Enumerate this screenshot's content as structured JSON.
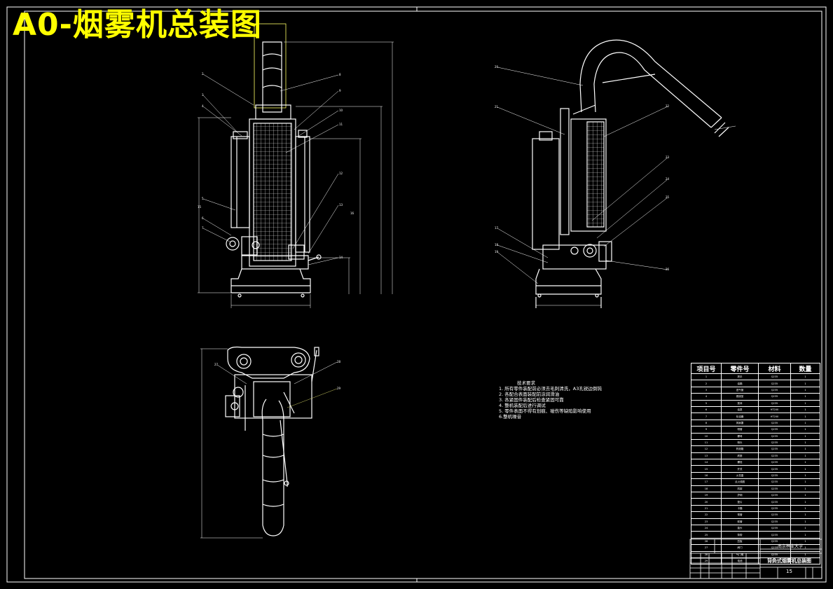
{
  "title": "A0-烟雾机总装图",
  "tech_notes": {
    "heading": "技术要求",
    "lines": [
      "1. 所有零件装配前必须去毛刺清洗，A3孔锐边倒钝",
      "2. 各配合表面装配前涂润滑油",
      "3. 各紧固件装配后检查紧固可靠",
      "4. 整机装配后进行调试",
      "5. 零件表面不得有划痕、碰伤等缺陷影响使用",
      "6.整机噪音"
    ]
  },
  "bom": {
    "headers": [
      "项目号",
      "零件号",
      "材料",
      "数量"
    ],
    "rows": [
      [
        "1",
        "把手",
        "Q235",
        "1"
      ],
      [
        "2",
        "油箱",
        "Q235",
        "1"
      ],
      [
        "3",
        "进气管",
        "Q235",
        "1"
      ],
      [
        "4",
        "燃烧室",
        "Q235",
        "1"
      ],
      [
        "5",
        "泵体",
        "Q235",
        "1"
      ],
      [
        "6",
        "油泵",
        "HT200",
        "1"
      ],
      [
        "7",
        "化油器",
        "HT200",
        "1"
      ],
      [
        "8",
        "风扇罩",
        "Q235",
        "1"
      ],
      [
        "9",
        "喷管",
        "Q235",
        "1"
      ],
      [
        "10",
        "螺母",
        "Q235",
        "1"
      ],
      [
        "11",
        "喷头",
        "Q235",
        "1"
      ],
      [
        "12",
        "药液箱",
        "Q235",
        "1"
      ],
      [
        "13",
        "底座",
        "Q235",
        "1"
      ],
      [
        "14",
        "螺栓",
        "Q235",
        "1"
      ],
      [
        "15",
        "开关",
        "Q235",
        "1"
      ],
      [
        "16",
        "火花塞",
        "Q235",
        "1"
      ],
      [
        "17",
        "点火线圈",
        "Q235",
        "1"
      ],
      [
        "18",
        "机架",
        "Q235",
        "1"
      ],
      [
        "19",
        "护网",
        "Q235",
        "1"
      ],
      [
        "20",
        "垫片",
        "Q235",
        "1"
      ],
      [
        "21",
        "卡箍",
        "Q235",
        "1"
      ],
      [
        "22",
        "弯管",
        "Q235",
        "1"
      ],
      [
        "23",
        "软管",
        "Q235",
        "1"
      ],
      [
        "24",
        "接头",
        "Q235",
        "1"
      ],
      [
        "25",
        "背带",
        "Q235",
        "1"
      ],
      [
        "26",
        "压板",
        "Q235",
        "1"
      ],
      [
        "27",
        "阀门",
        "Q235",
        "1"
      ],
      [
        "28",
        "气门嘴",
        "Q235",
        "1"
      ],
      [
        "29",
        "电池",
        "Q235",
        "1"
      ]
    ]
  },
  "title_block": {
    "school": "南京林业大学",
    "drawing_name": "背负式烟雾机总装图",
    "sheet": "15"
  },
  "balloons": {
    "front": [
      "2",
      "3",
      "4",
      "5",
      "6",
      "7",
      "8",
      "9",
      "10",
      "11",
      "12",
      "13",
      "14",
      "15",
      "16"
    ],
    "side": [
      "20",
      "21",
      "22",
      "23",
      "24",
      "25",
      "26",
      "17",
      "18",
      "19"
    ],
    "top": [
      "27",
      "28",
      "29"
    ]
  }
}
